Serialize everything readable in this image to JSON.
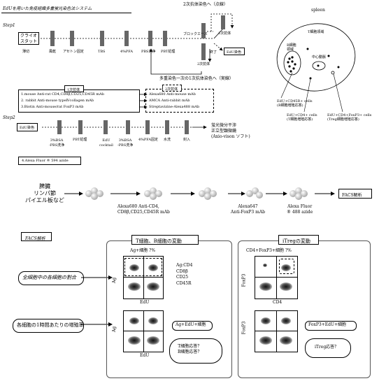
{
  "step1": {
    "title": "EdUを用いた免疫組織多重蛍光染色法システム",
    "label": "Step1",
    "cryostat": "クライオ\nスタット",
    "thin_section": "薄切",
    "steps": [
      "風乾",
      "アセトン固定",
      "TBS",
      "4%PFA",
      "PBS洗浄",
      "PBT処理"
    ],
    "block_ace": "ブロックエース",
    "primary": "1次抗体",
    "secondary": "2次抗体",
    "end": "終了",
    "edu_stain": "EdU染色",
    "branch_top": "2次抗体染色へ（点線）",
    "branch_bottom": "多重染色一次の1次抗体染色へ（実線）"
  },
  "antibodies": {
    "primary_title": "1次抗体",
    "secondary_title": "2次抗体",
    "primary": [
      "1.mouse Anti-rat CD4,CD8β,CD25,CD45R mAb",
      "2. rabbit Anti-mouse typeⅣcollagen mAb",
      "3.Biotin Anti-mouse/rat FoxP3 mAb"
    ],
    "secondary": [
      "Alexa680 Anti-mouse mAb",
      "AMCA Anti-rabbit mAb",
      "Streptavizine-Alexa488 mAb"
    ]
  },
  "spleen": {
    "title": "spleen",
    "t_region": "T細胞領域",
    "b_region": "B細胞\n領域",
    "artery": "中心動脈",
    "label1": "EdU+CD45R+ cells\n(B細胞増殖応答)",
    "label2": "EdU+CD4+ cells\n(T細胞増殖応答)",
    "label3": "EdU+CD4+FoxP3+ cells\n(Treg細胞増殖応答)"
  },
  "step2": {
    "label": "Step2",
    "edu_stain": "EdU染色",
    "steps": [
      "3%BSA\n-PBS洗浄",
      "PBT処理",
      "EdU\ncocktail",
      "3%BSA\n-PBS洗浄",
      "4%PFA固定",
      "水洗",
      "封入"
    ],
    "microscope": "蛍光微分干渉\n正立型顕微鏡\n(Axio-vison ソフト)",
    "azide": "4.Alexa Fluor ® 594 azide"
  },
  "facs_flow": {
    "tissue": "脾臓\nリンパ節\nパイエル板など",
    "stain1": "Alexa680 Anti-CD4,\nCD8β,CD25,CD45R mAb",
    "stain2": "Alexa647\nAnti-FoxP3 mAb",
    "stain3": "Alexa Fluor\n® 488 azide",
    "facs": "FACS解析"
  },
  "facs": {
    "label": "FACS解析",
    "panel1_title": "T細胞、B細胞の変動",
    "panel2_title": "iTregの変動",
    "row1": "全細胞中の各細胞の割合",
    "row2": "各細胞の1時間あたりの増殖率",
    "ag_pct": "Ag+細胞 ?%",
    "ag_list": "Ag:CD4\nCD8β\nCD25\nCD45R",
    "foxp3_pct": "CD4+FoxP3+細胞 ?%",
    "ag": "Ag",
    "edu": "EdU",
    "foxp3": "FoxP3",
    "cd4": "CD4",
    "callout1": "Ag+EdU+細胞",
    "callout2": "FoxP3+EdU+細胞",
    "cloud1": "T細胞応答？\nB細胞応答？",
    "cloud2": "iTreg応答？"
  }
}
